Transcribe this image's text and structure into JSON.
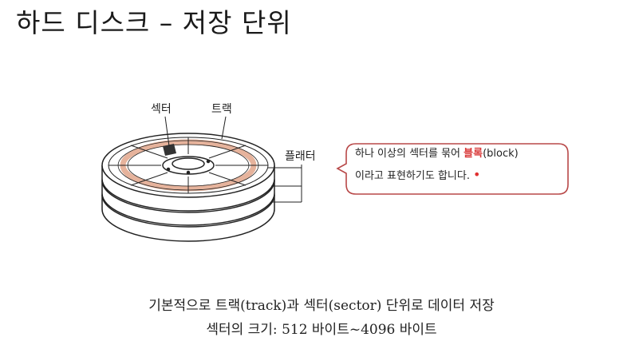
{
  "slide": {
    "title": "하드 디스크 – 저장 단위"
  },
  "diagram": {
    "labels": {
      "sector": "섹터",
      "track": "트랙",
      "platter": "플래터"
    }
  },
  "callout": {
    "line1_before": "하나 이상의 섹터를 묶어 ",
    "line1_highlight": "블록",
    "line1_after": "(block)",
    "line2": "이라고 표현하기도 합니다.",
    "marker": "•",
    "highlight_color": "#d93a3a"
  },
  "caption": {
    "line1": "기본적으로 트랙(track)과 섹터(sector) 단위로 데이터 저장",
    "line2": "섹터의 크기: 512 바이트~4096 바이트"
  }
}
